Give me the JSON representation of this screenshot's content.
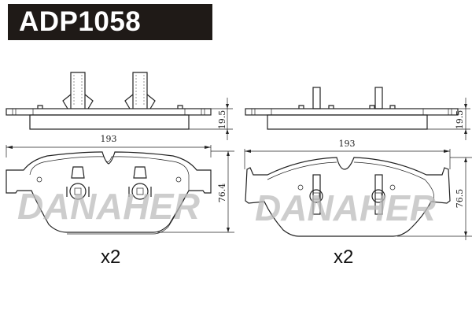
{
  "title": "ADP1058",
  "watermark": "DANAHER",
  "pads": [
    {
      "width_label": "193",
      "thickness_label": "19.5",
      "height_label": "76.4",
      "quantity": "x2"
    },
    {
      "width_label": "193",
      "thickness_label": "19.5",
      "height_label": "76.5",
      "quantity": "x2"
    }
  ],
  "colors": {
    "title_bg": "#1f1a17",
    "title_text": "#ffffff",
    "line": "#222222",
    "watermark": "#bdbdbd"
  }
}
